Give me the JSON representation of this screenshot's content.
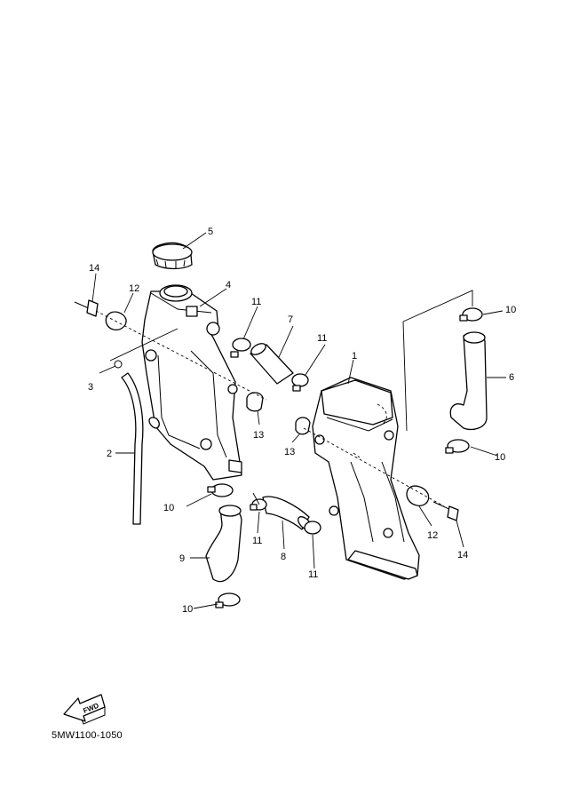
{
  "figure_code": "5MW1100-1050",
  "fwd_label": "FWD",
  "callouts": {
    "c1": "1",
    "c2": "2",
    "c3": "3",
    "c4": "4",
    "c5": "5",
    "c6": "6",
    "c7": "7",
    "c8": "8",
    "c9": "9",
    "c10a": "10",
    "c10b": "10",
    "c10c": "10",
    "c10d": "10",
    "c11a": "11",
    "c11b": "11",
    "c11c": "11",
    "c11d": "11",
    "c12a": "12",
    "c12b": "12",
    "c13a": "13",
    "c13b": "13",
    "c14a": "14",
    "c14b": "14"
  }
}
